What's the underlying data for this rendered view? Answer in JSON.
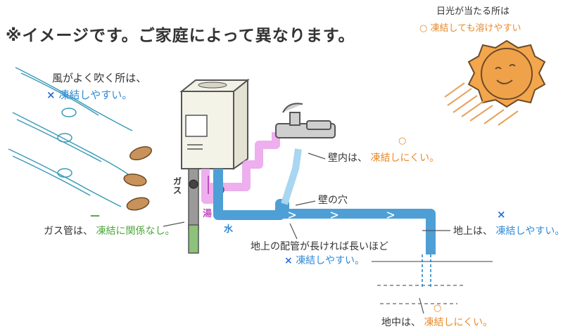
{
  "heading": "※イメージです。ご家庭によって異なります。",
  "sun_note": {
    "line1": "日光が当たる所は",
    "mark": "○",
    "line2": "凍結しても溶けやすい"
  },
  "wind_note": {
    "line1": "風がよく吹く所は、",
    "mark": "×",
    "line2": "凍結しやすい。"
  },
  "wall_inside_note": {
    "prefix": "壁内は、",
    "highlight": "凍結しにくい。"
  },
  "wall_hole_label": "壁の穴",
  "gas_note": {
    "prefix": "ガス管は、",
    "highlight": "凍結に関係なし。"
  },
  "long_pipe_note": {
    "line1": "地上の配管が長ければ長いほど",
    "mark": "×",
    "line2": "凍結しやすい。"
  },
  "above_ground_note": {
    "prefix": "地上は、",
    "highlight": "凍結しやすい。"
  },
  "underground_note": {
    "prefix": "地中は、",
    "highlight": "凍結しにくい。"
  },
  "gas_label": "ガス",
  "hot_label": "湯",
  "water_label": "水",
  "colors": {
    "water_pipe": "#4e9fd6",
    "hot_pipe": "#e89be8",
    "gas_pipe": "#9a9a9a",
    "orange_text": "#e8892a",
    "blue_text": "#2f8ad6",
    "green_text": "#4aa838"
  }
}
